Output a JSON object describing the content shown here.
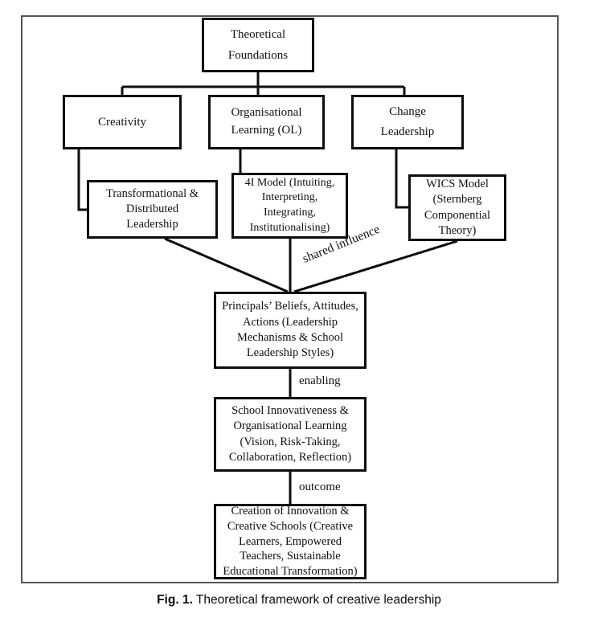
{
  "figure": {
    "caption_label": "Fig. 1.",
    "caption_text": "Theoretical framework of creative leadership",
    "frame_color": "#555555",
    "box_border_color": "#0d0d0d",
    "background_color": "#ffffff"
  },
  "nodes": {
    "theoretical_foundations": "Theoretical\nFoundations",
    "creativity": "Creativity",
    "organisational_learning": "Organisational\nLearning (OL)",
    "change_leadership": "Change\nLeadership",
    "transformational_distributed": "Transformational &\nDistributed\nLeadership",
    "four_i_model": "4I Model (Intuiting,\nInterpreting,\nIntegrating,\nInstitutionalising)",
    "wics_model": "WICS Model\n(Sternberg\nComponential\nTheory)",
    "principals_beliefs": "Principals’ Beliefs, Attitudes,\nActions (Leadership\nMechanisms & School\nLeadership Styles)",
    "school_innovativeness": "School Innovativeness &\nOrganisational Learning\n(Vision, Risk-Taking,\nCollaboration, Reflection)",
    "creation_innovation": "Creation of Innovation &\nCreative Schools (Creative\nLearners, Empowered\nTeachers, Sustainable\nEducational Transformation)"
  },
  "edge_labels": {
    "shared_influence": "shared influence",
    "enabling": "enabling",
    "outcome": "outcome"
  }
}
